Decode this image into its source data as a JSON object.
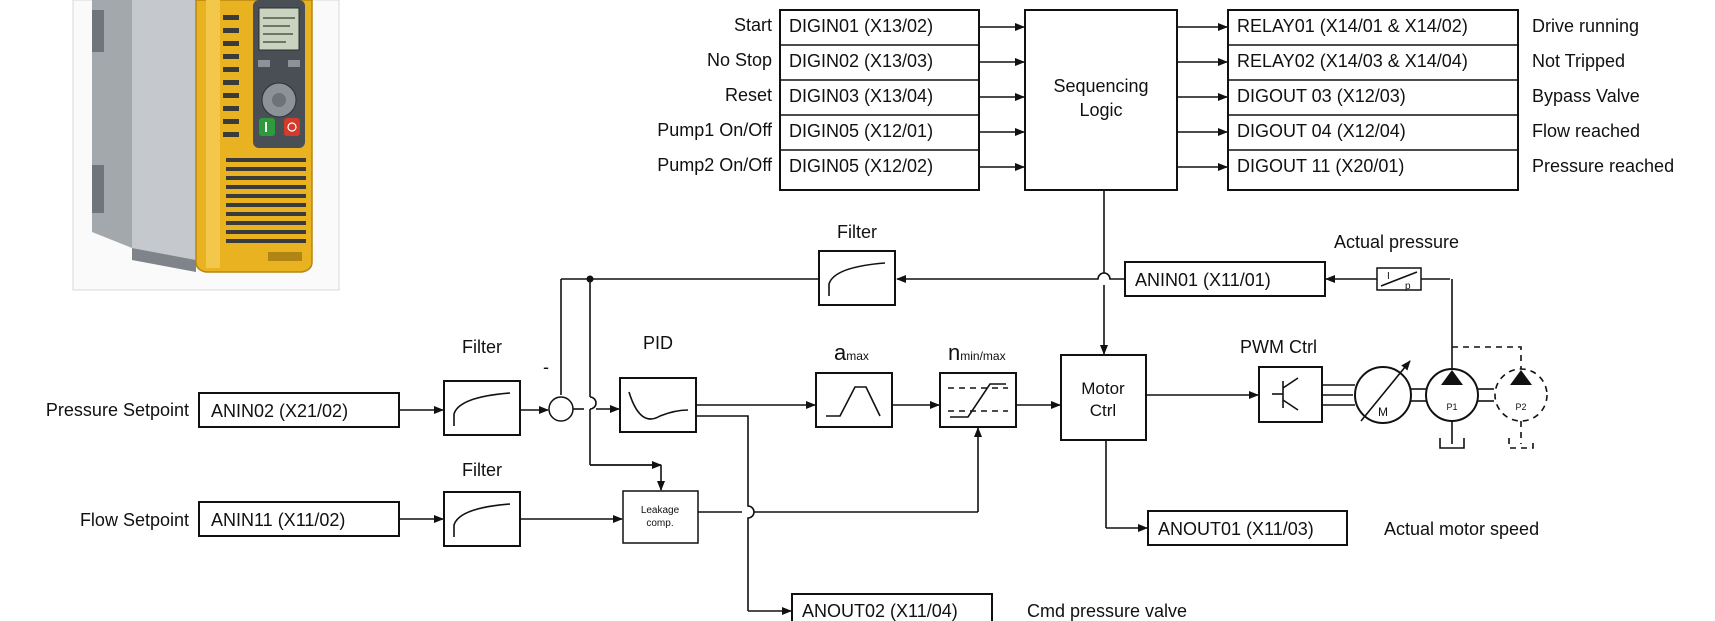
{
  "inputs": [
    {
      "label": "Start",
      "terminal": "DIGIN01 (X13/02)"
    },
    {
      "label": "No Stop",
      "terminal": "DIGIN02 (X13/03)"
    },
    {
      "label": "Reset",
      "terminal": "DIGIN03 (X13/04)"
    },
    {
      "label": "Pump1 On/Off",
      "terminal": "DIGIN05 (X12/01)"
    },
    {
      "label": "Pump2 On/Off",
      "terminal": "DIGIN05 (X12/02)"
    }
  ],
  "sequencing": {
    "line1": "Sequencing",
    "line2": "Logic"
  },
  "outputs": [
    {
      "terminal": "RELAY01 (X14/01 & X14/02)",
      "label": "Drive running"
    },
    {
      "terminal": "RELAY02 (X14/03 & X14/04)",
      "label": "Not Tripped"
    },
    {
      "terminal": "DIGOUT 03 (X12/03)",
      "label": "Bypass Valve"
    },
    {
      "terminal": "DIGOUT 04 (X12/04)",
      "label": "Flow reached"
    },
    {
      "terminal": "DIGOUT 11 (X20/01)",
      "label": "Pressure reached"
    }
  ],
  "feedback": {
    "filter_label": "Filter",
    "anin01": "ANIN01 (X11/01)",
    "actual_pressure": "Actual pressure",
    "transducer_top": "I",
    "transducer_bottom": "p"
  },
  "pressure": {
    "label": "Pressure Setpoint",
    "terminal": "ANIN02 (X21/02)",
    "filter_label": "Filter",
    "minus": "-"
  },
  "pid": {
    "label": "PID"
  },
  "ramp": {
    "main": "a",
    "sub": "max"
  },
  "speed_limit": {
    "main": "n",
    "sub": "min/max"
  },
  "motor_ctrl": {
    "line1": "Motor",
    "line2": "Ctrl"
  },
  "pwm": {
    "label": "PWM Ctrl"
  },
  "motor": {
    "label": "M"
  },
  "pumps": {
    "p1": "P1",
    "p2": "P2"
  },
  "flow": {
    "label": "Flow Setpoint",
    "terminal": "ANIN11 (X11/02)",
    "filter_label": "Filter"
  },
  "leakage": {
    "line1": "Leakage",
    "line2": "comp."
  },
  "anout01": {
    "terminal": "ANOUT01 (X11/03)",
    "label": "Actual motor speed"
  },
  "anout02": {
    "terminal": "ANOUT02 (X11/04)",
    "label": "Cmd pressure valve"
  },
  "colors": {
    "drive_body": "#e8b221",
    "drive_side": "#9aa0a6",
    "keypad": "#4a4f55",
    "start_key": "#2e9a3e",
    "stop_key": "#d23a2a"
  }
}
